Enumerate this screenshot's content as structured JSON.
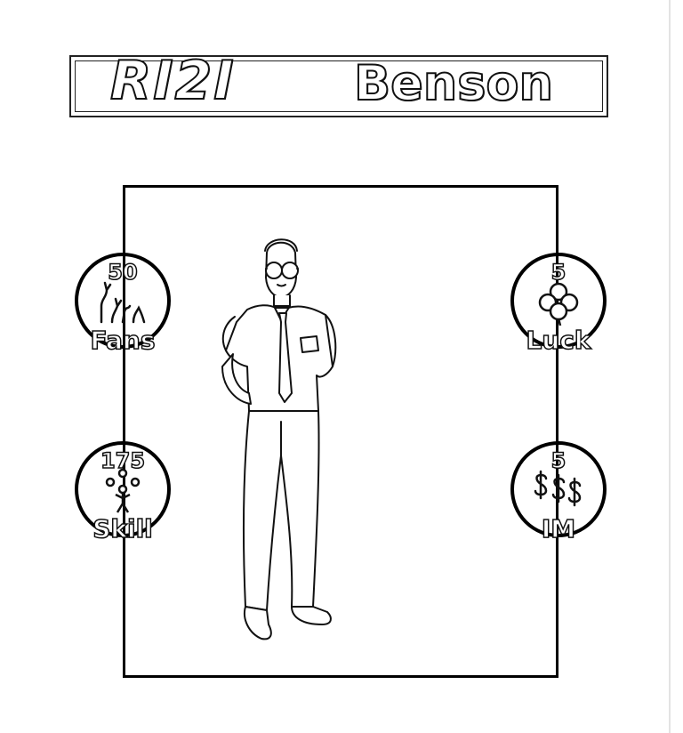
{
  "banner": {
    "code": "RI2I",
    "name": "Benson"
  },
  "stats": {
    "fans": {
      "value": "50",
      "label": "Fans",
      "icon": "crowd-icon"
    },
    "luck": {
      "value": "5",
      "label": "Luck",
      "icon": "clover-icon"
    },
    "skill": {
      "value": "175",
      "label": "Skill",
      "icon": "juggler-icon"
    },
    "im": {
      "value": "5",
      "label": "IM",
      "icon": "dollar-signs-icon"
    }
  },
  "character": {
    "icon": "security-guard-figure"
  }
}
